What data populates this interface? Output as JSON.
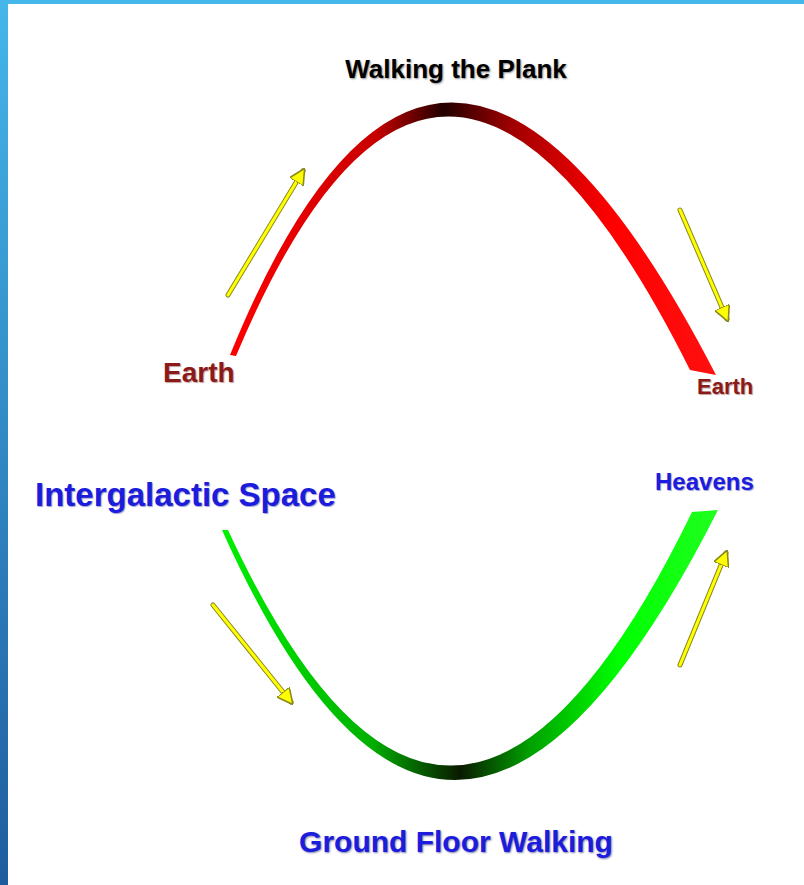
{
  "diagram": {
    "labels": [
      "Walking the Plank",
      "Earth",
      "Earth",
      "Intergalactic Space",
      "Heavens",
      "Ground Floor Walking"
    ]
  }
}
